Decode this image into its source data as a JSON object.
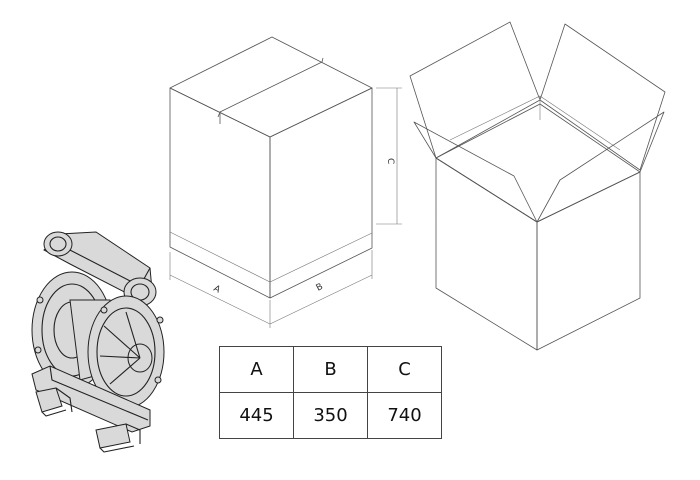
{
  "labels": {
    "a": "A",
    "b": "B",
    "c": "C"
  },
  "table": {
    "headers": [
      "A",
      "B",
      "C"
    ],
    "values": [
      "445",
      "350",
      "740"
    ]
  }
}
